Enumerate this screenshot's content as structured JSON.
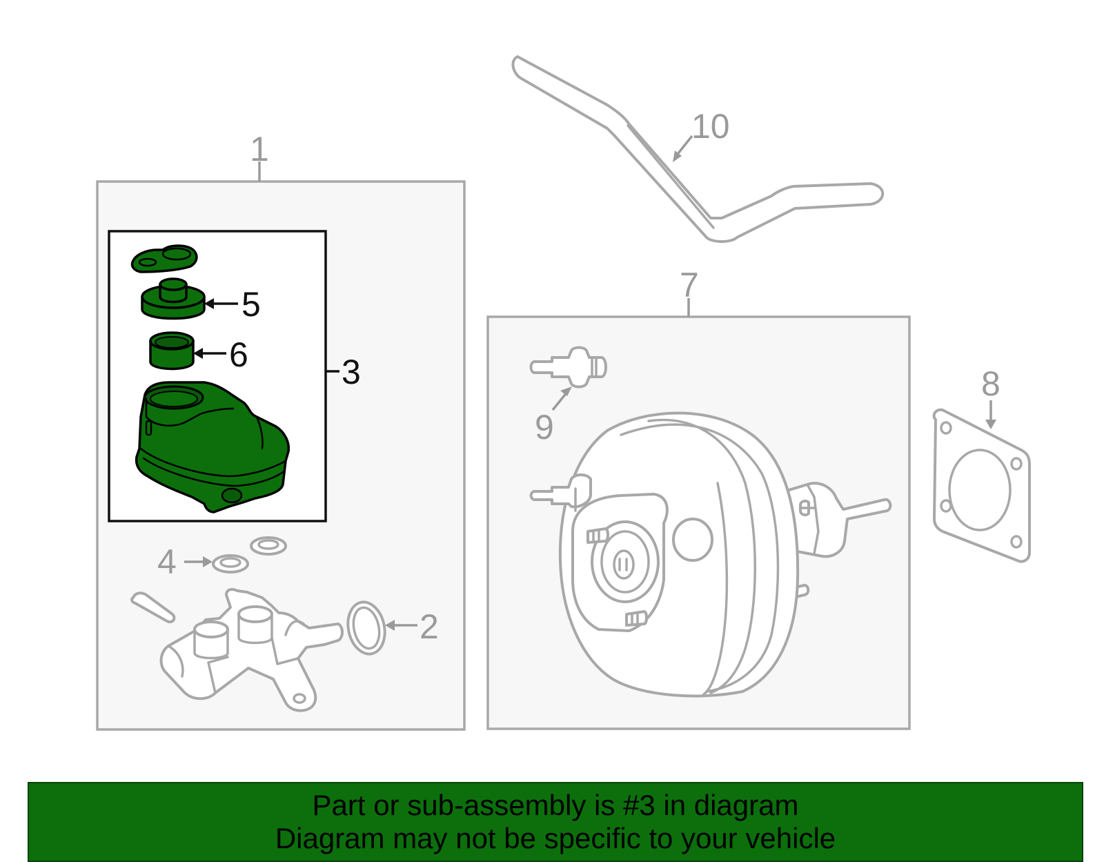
{
  "diagram": {
    "callouts": {
      "c1": "1",
      "c2": "2",
      "c3": "3",
      "c4": "4",
      "c5": "5",
      "c6": "6",
      "c7": "7",
      "c8": "8",
      "c9": "9",
      "c10": "10"
    },
    "highlight_color": "#0c6f0c",
    "highlighted_part": "3"
  },
  "footer": {
    "line1": "Part or sub-assembly is #3 in diagram",
    "line2": "Diagram may not be specific to your vehicle"
  }
}
